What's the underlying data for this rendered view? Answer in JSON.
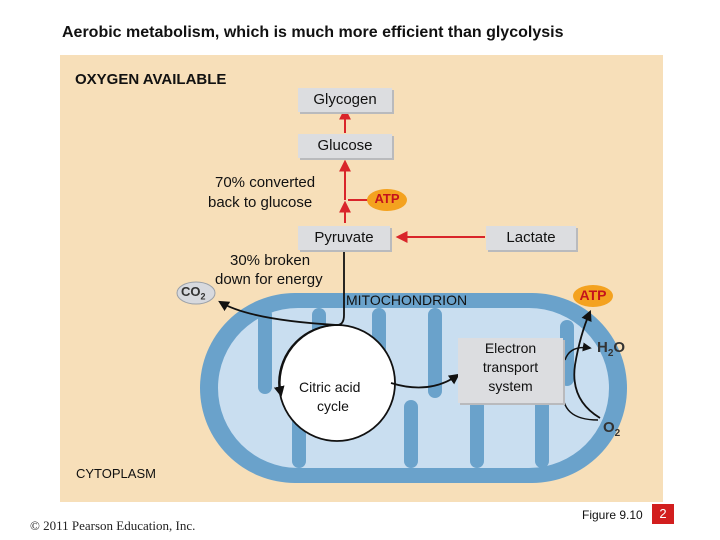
{
  "title": "Aerobic metabolism, which is much more efficient than glycolysis",
  "labels": {
    "oxygen_available": "OXYGEN AVAILABLE",
    "glycogen": "Glycogen",
    "glucose": "Glucose",
    "converted_line1": "70% converted",
    "converted_line2": "back to glucose",
    "atp": "ATP",
    "pyruvate": "Pyruvate",
    "lactate": "Lactate",
    "broken_line1": "30% broken",
    "broken_line2": "down for energy",
    "co2": "CO",
    "co2_sub": "2",
    "mitochondrion": "MITOCHONDRION",
    "citric_line1": "Citric acid",
    "citric_line2": "cycle",
    "electron_line1": "Electron",
    "electron_line2": "transport",
    "electron_line3": "system",
    "h2o_h": "H",
    "h2o_sub": "2",
    "h2o_o": "O",
    "o2": "O",
    "o2_sub": "2",
    "cytoplasm": "CYTOPLASM"
  },
  "footer": {
    "credit": "© 2011 Pearson Education, Inc.",
    "figure": "Figure 9.10",
    "page": "2"
  },
  "colors": {
    "panel": "#f7dfb9",
    "mito_outer": "#6aa2cb",
    "mito_inner": "#c9def0",
    "box": "#dcdde0",
    "arrow_red": "#d9252a",
    "atp_fill": "#f4a21f",
    "atp_text": "#c4121c"
  }
}
